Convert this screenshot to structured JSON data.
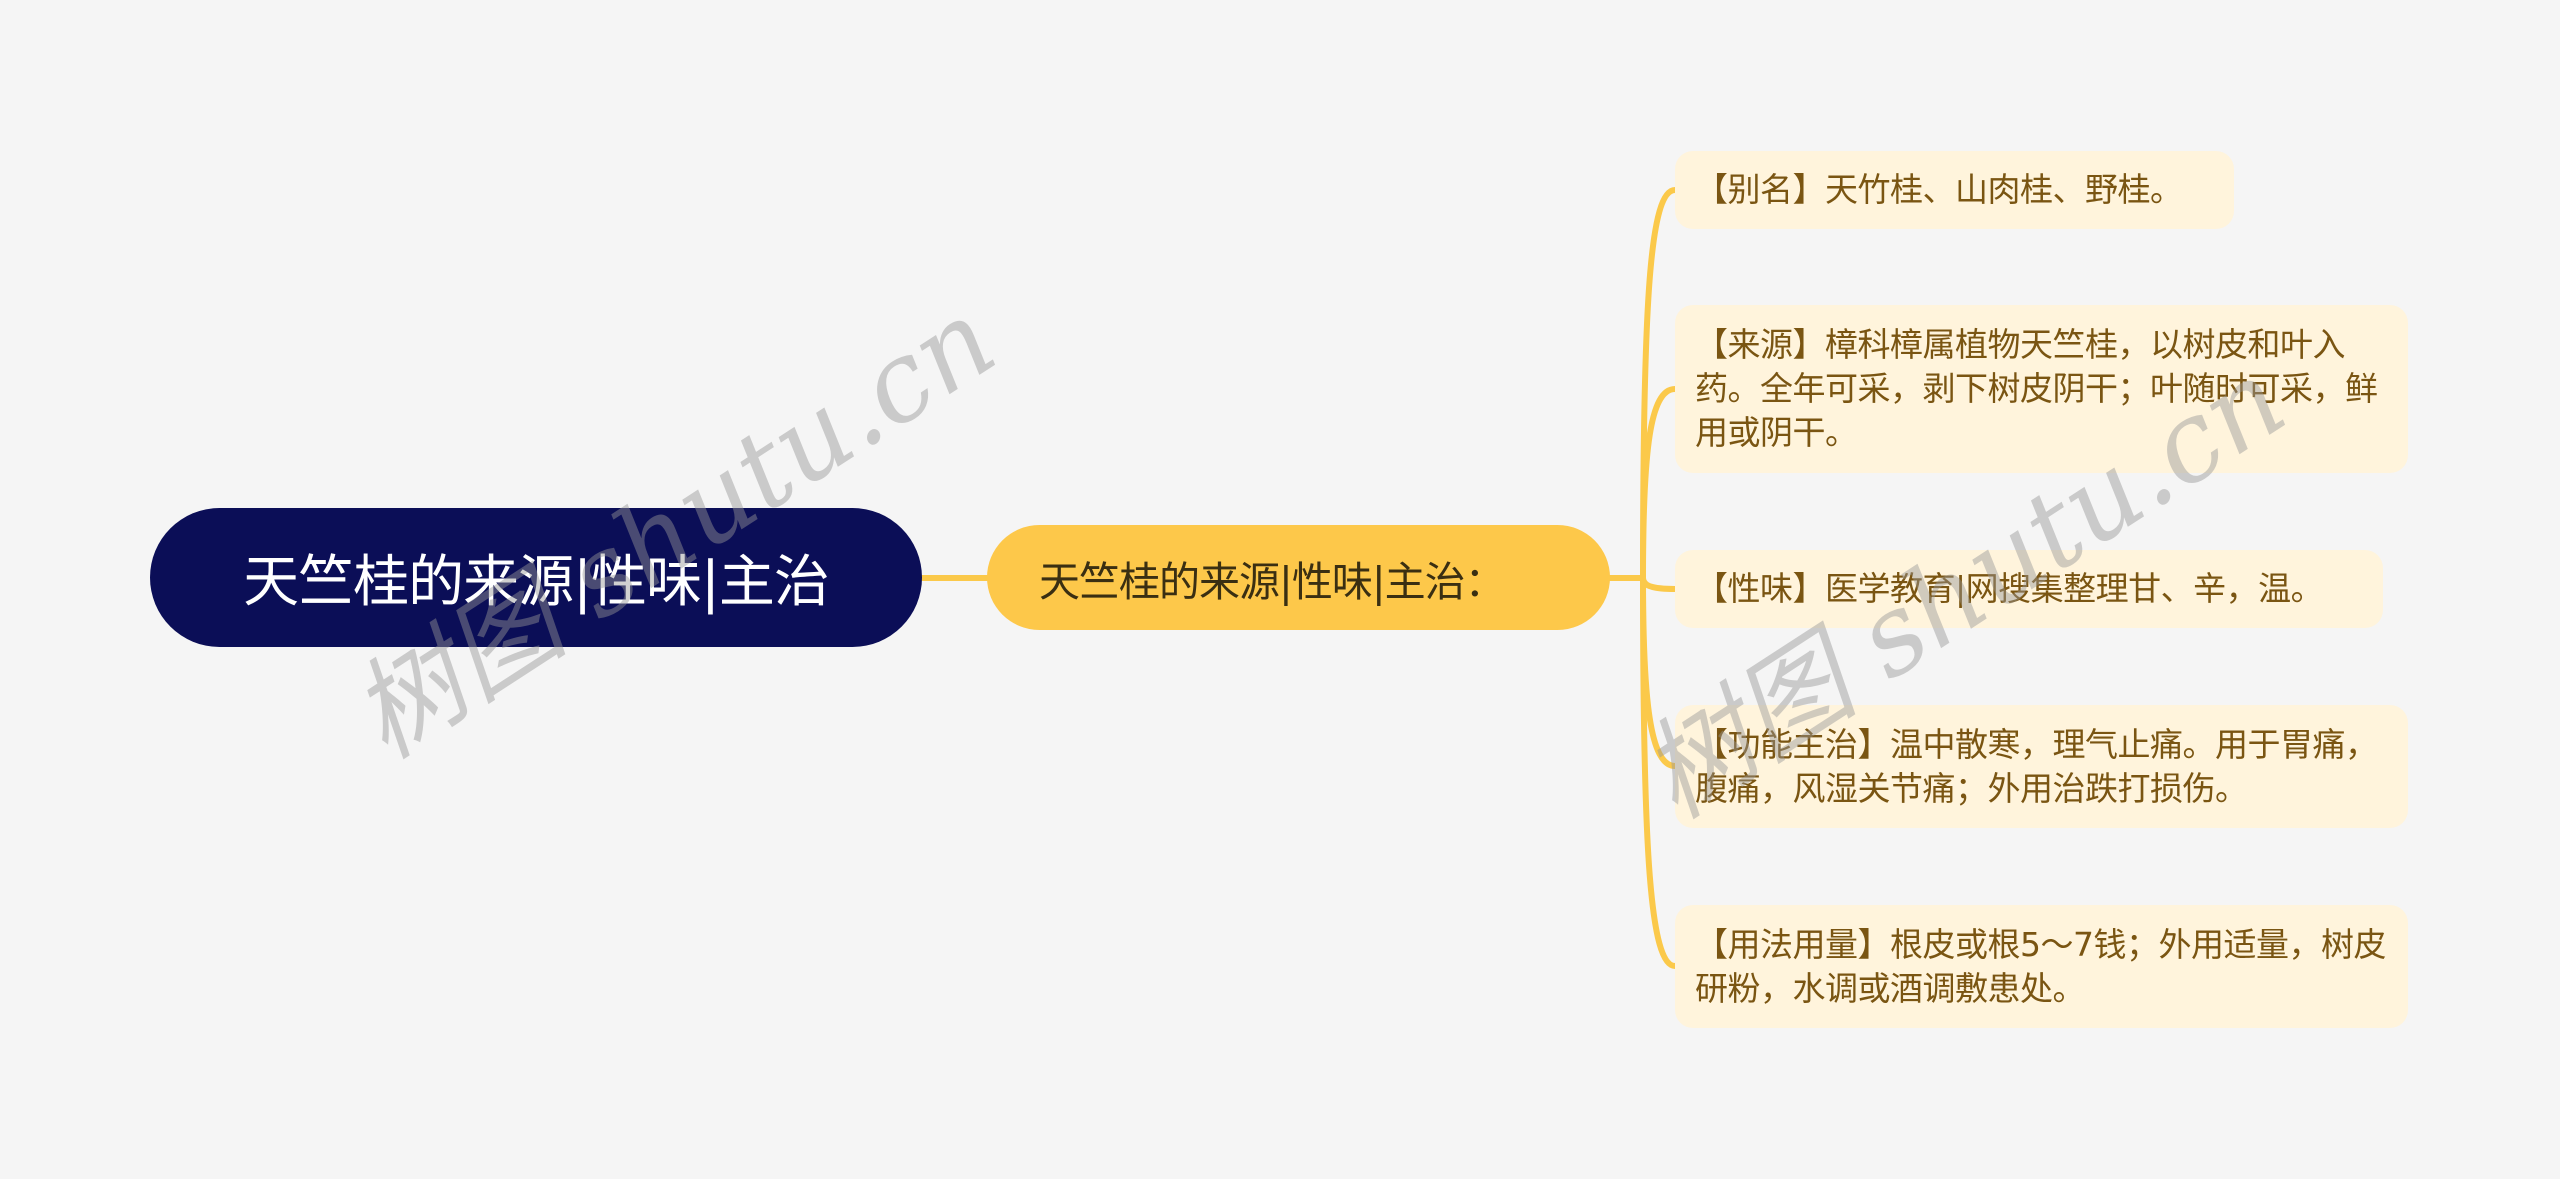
{
  "mindmap": {
    "root": {
      "label": "天竺桂的来源|性味|主治",
      "bg_color": "#0b0e57",
      "text_color": "#ffffff"
    },
    "branch": {
      "label": "天竺桂的来源|性味|主治：",
      "bg_color": "#fdc84a",
      "text_color": "#3a2f12"
    },
    "leaves": [
      {
        "label": "【别名】天竹桂、山肉桂、野桂。"
      },
      {
        "label": "【来源】樟科樟属植物天竺桂，以树皮和叶入药。全年可采，剥下树皮阴干；叶随时可采，鲜用或阴干。"
      },
      {
        "label": "【性味】医学教育|网搜集整理甘、辛，温。"
      },
      {
        "label": "【功能主治】温中散寒，理气止痛。用于胃痛，腹痛，风湿关节痛；外用治跌打损伤。"
      },
      {
        "label": "【用法用量】根皮或根5～7钱；外用适量，树皮研粉，水调或酒调敷患处。"
      }
    ],
    "leaf_bg_color": "#fff4dc",
    "leaf_text_color": "#7a5512",
    "connector_color": "#fbc94a"
  },
  "watermarks": [
    {
      "text": "树图 shutu.cn"
    },
    {
      "text": "树图 shutu.cn"
    }
  ]
}
